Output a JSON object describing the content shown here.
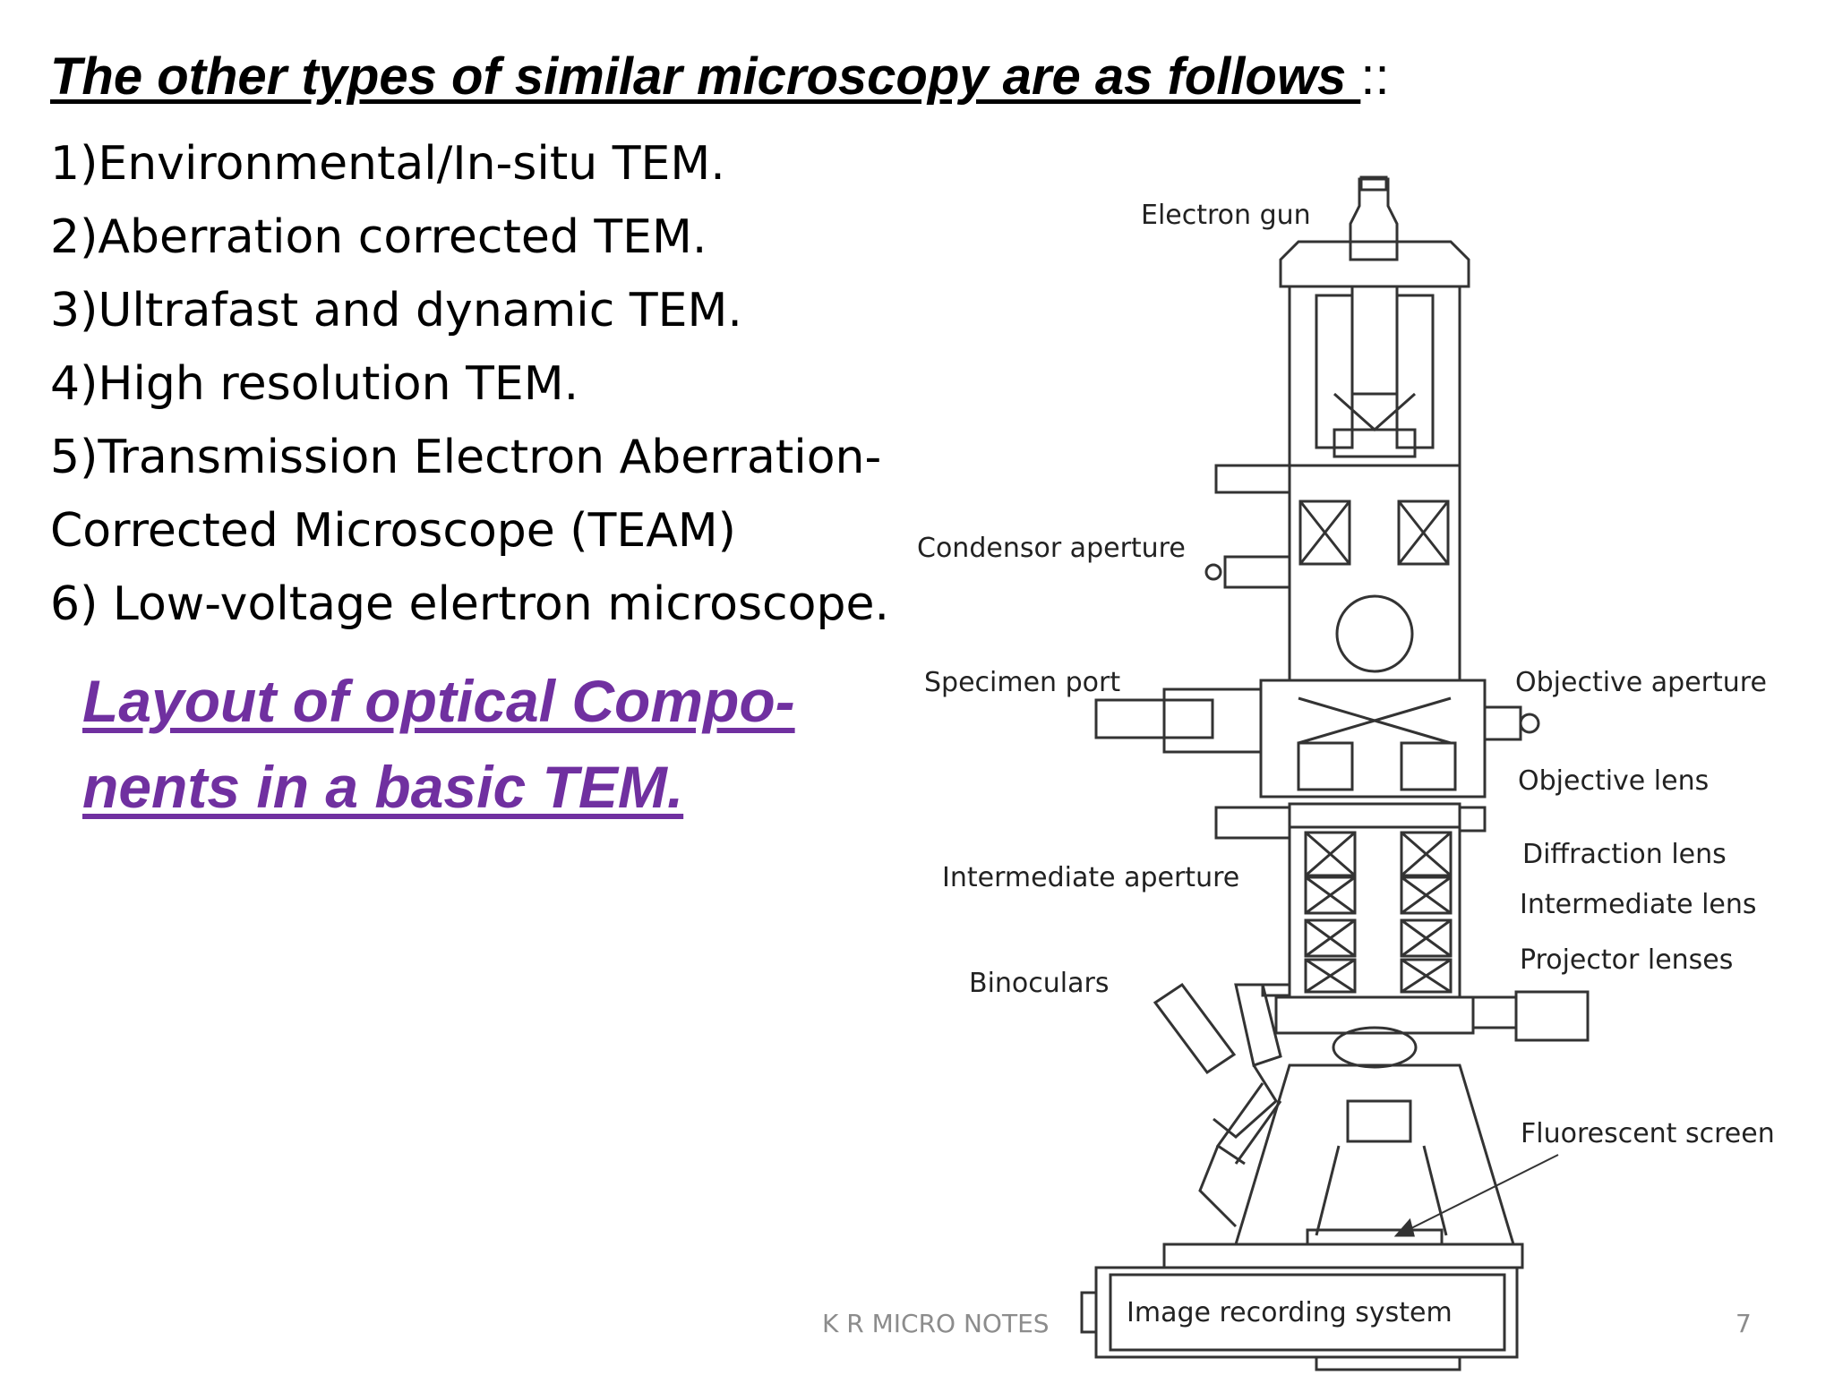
{
  "slide": {
    "heading": "The other types of similar microscopy are as follows ",
    "heading_suffix": "::",
    "items": [
      "1)Environmental/In-situ TEM.",
      "2)Aberration corrected TEM.",
      "3)Ultrafast and dynamic TEM.",
      "4)High resolution TEM.",
      "5)Transmission Electron Aberration-",
      "Corrected Microscope (TEAM)",
      "6) Low-voltage elertron microscope."
    ],
    "caption_line1": "Layout of optical Compo-",
    "caption_line2": "nents in a basic TEM.",
    "footer_text": "K R MICRO NOTES",
    "page_number": "7"
  },
  "diagram": {
    "labels": {
      "electron_gun": "Electron gun",
      "condensor_aperture": "Condensor aperture",
      "specimen_port": "Specimen port",
      "objective_aperture": "Objective aperture",
      "objective_lens": "Objective lens",
      "diffraction_lens": "Diffraction lens",
      "intermediate_aperture": "Intermediate aperture",
      "intermediate_lens": "Intermediate lens",
      "projector_lenses": "Projector lenses",
      "binoculars": "Binoculars",
      "fluorescent_screen": "Fluorescent screen",
      "image_recording_system": "Image recording system"
    }
  },
  "colors": {
    "caption": "#7030A0",
    "text": "#000000",
    "footer": "#8c8c8c"
  }
}
